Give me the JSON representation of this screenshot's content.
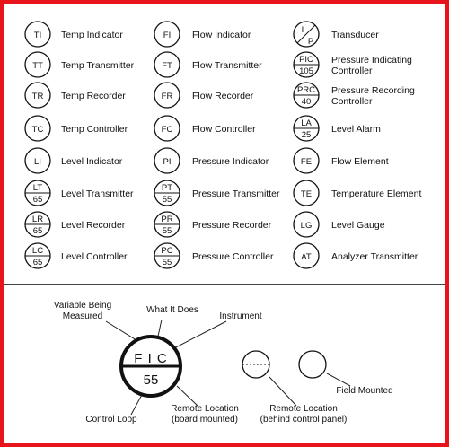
{
  "symbols": {
    "col1": [
      {
        "tag": "TI",
        "num": "",
        "label": "Temp Indicator"
      },
      {
        "tag": "TT",
        "num": "",
        "label": "Temp Transmitter"
      },
      {
        "tag": "TR",
        "num": "",
        "label": "Temp Recorder"
      },
      {
        "tag": "TC",
        "num": "",
        "label": "Temp Controller"
      },
      {
        "tag": "LI",
        "num": "",
        "label": "Level Indicator"
      },
      {
        "tag": "LT",
        "num": "65",
        "label": "Level Transmitter"
      },
      {
        "tag": "LR",
        "num": "65",
        "label": "Level Recorder"
      },
      {
        "tag": "LC",
        "num": "65",
        "label": "Level Controller"
      }
    ],
    "col2": [
      {
        "tag": "FI",
        "num": "",
        "label": "Flow Indicator"
      },
      {
        "tag": "FT",
        "num": "",
        "label": "Flow Transmitter"
      },
      {
        "tag": "FR",
        "num": "",
        "label": "Flow Recorder"
      },
      {
        "tag": "FC",
        "num": "",
        "label": "Flow Controller"
      },
      {
        "tag": "PI",
        "num": "",
        "label": "Pressure Indicator"
      },
      {
        "tag": "PT",
        "num": "55",
        "label": "Pressure Transmitter"
      },
      {
        "tag": "PR",
        "num": "55",
        "label": "Pressure Recorder"
      },
      {
        "tag": "PC",
        "num": "55",
        "label": "Pressure Controller"
      }
    ],
    "col3": [
      {
        "tag": "I",
        "num": "P",
        "label": "Transducer",
        "style": "diagonal"
      },
      {
        "tag": "PIC",
        "num": "105",
        "label": "Pressure Indicating|Controller"
      },
      {
        "tag": "PRC",
        "num": "40",
        "label": "Pressure Recording|Controller"
      },
      {
        "tag": "LA",
        "num": "25",
        "label": "Level Alarm"
      },
      {
        "tag": "FE",
        "num": "",
        "label": "Flow Element"
      },
      {
        "tag": "TE",
        "num": "",
        "label": "Temperature Element"
      },
      {
        "tag": "LG",
        "num": "",
        "label": "Level Gauge"
      },
      {
        "tag": "AT",
        "num": "",
        "label": "Analyzer Transmitter"
      }
    ]
  },
  "legend": {
    "big_tag": "F I C",
    "big_num": "55",
    "variable_being": "Variable Being",
    "measured": "Measured",
    "what_it_does": "What It Does",
    "instrument": "Instrument",
    "control_loop": "Control Loop",
    "remote_board": "Remote Location",
    "board_mounted": "(board mounted)",
    "remote_behind": "Remote Location",
    "behind_panel": "(behind control panel)",
    "field_mounted": "Field Mounted"
  }
}
